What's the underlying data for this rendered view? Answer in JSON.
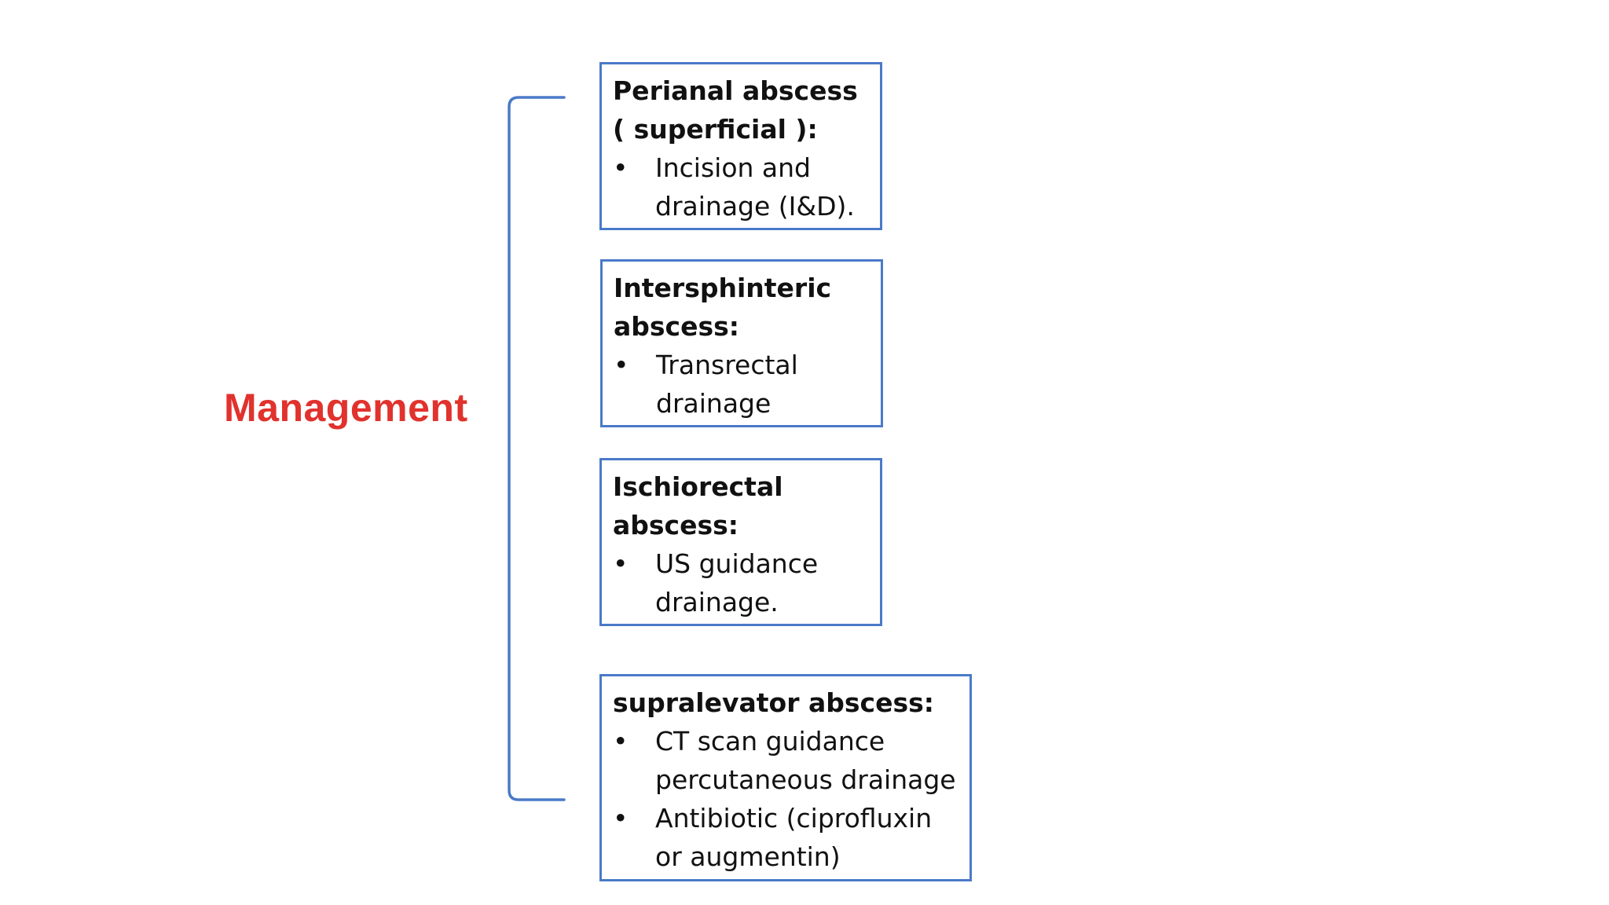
{
  "heading": {
    "text": "Management",
    "color": "#e1322d"
  },
  "border_color": "#4a7ac8",
  "bullet_glyph": "•",
  "boxes": [
    {
      "title": "Perianal abscess ( superficial ):",
      "items": [
        "Incision and drainage (I&D)."
      ]
    },
    {
      "title": "Intersphinteric abscess:",
      "items": [
        "Transrectal drainage"
      ]
    },
    {
      "title": "Ischiorectal abscess:",
      "items": [
        "US guidance drainage."
      ]
    },
    {
      "title": "supralevator  abscess:",
      "items": [
        "CT scan guidance percutaneous drainage",
        "Antibiotic (ciprofluxin or augmentin)"
      ]
    }
  ]
}
